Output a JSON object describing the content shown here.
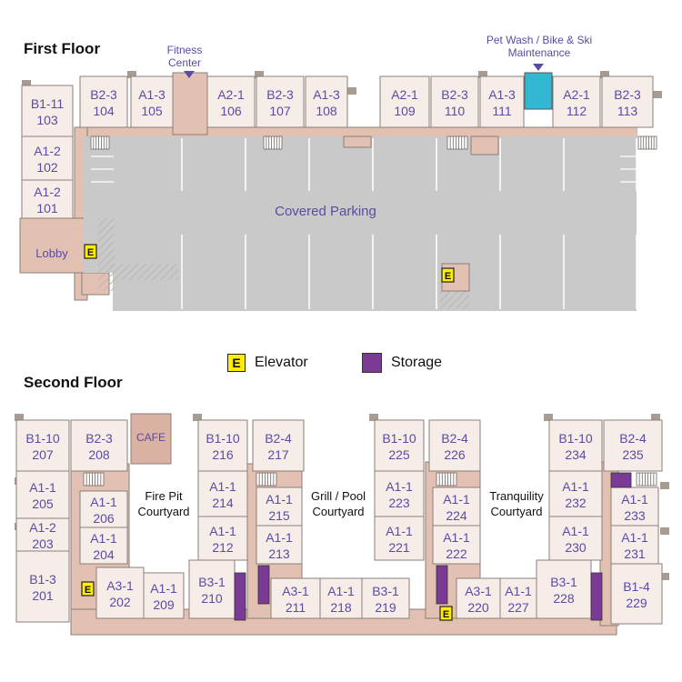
{
  "floors": {
    "first": {
      "title": "First Floor"
    },
    "second": {
      "title": "Second Floor"
    }
  },
  "legend": {
    "elevator_symbol": "E",
    "elevator": "Elevator",
    "storage": "Storage"
  },
  "amenities": {
    "fitness": "Fitness Center",
    "pet_wash": "Pet Wash / Bike & Ski Maintenance",
    "covered_parking": "Covered Parking",
    "lobby": "Lobby",
    "cafe": "CAFE",
    "courtyards": [
      "Fire Pit Courtyard",
      "Grill / Pool Courtyard",
      "Tranquility Courtyard"
    ]
  },
  "units_first_floor": [
    {
      "type": "B1-11",
      "number": "103"
    },
    {
      "type": "B2-3",
      "number": "104"
    },
    {
      "type": "A1-3",
      "number": "105"
    },
    {
      "type": "A2-1",
      "number": "106"
    },
    {
      "type": "B2-3",
      "number": "107"
    },
    {
      "type": "A1-3",
      "number": "108"
    },
    {
      "type": "A2-1",
      "number": "109"
    },
    {
      "type": "B2-3",
      "number": "110"
    },
    {
      "type": "A1-3",
      "number": "111"
    },
    {
      "type": "A2-1",
      "number": "112"
    },
    {
      "type": "B2-3",
      "number": "113"
    },
    {
      "type": "A1-2",
      "number": "102"
    },
    {
      "type": "A1-2",
      "number": "101"
    }
  ],
  "units_second_floor": [
    {
      "type": "B1-10",
      "number": "207"
    },
    {
      "type": "B2-3",
      "number": "208"
    },
    {
      "type": "A1-1",
      "number": "205"
    },
    {
      "type": "A1-1",
      "number": "206"
    },
    {
      "type": "A1-2",
      "number": "203"
    },
    {
      "type": "A1-1",
      "number": "204"
    },
    {
      "type": "B1-3",
      "number": "201"
    },
    {
      "type": "A3-1",
      "number": "202"
    },
    {
      "type": "A1-1",
      "number": "209"
    },
    {
      "type": "B1-10",
      "number": "216"
    },
    {
      "type": "B2-4",
      "number": "217"
    },
    {
      "type": "A1-1",
      "number": "214"
    },
    {
      "type": "A1-1",
      "number": "215"
    },
    {
      "type": "A1-1",
      "number": "212"
    },
    {
      "type": "A1-1",
      "number": "213"
    },
    {
      "type": "B3-1",
      "number": "210"
    },
    {
      "type": "A3-1",
      "number": "211"
    },
    {
      "type": "A1-1",
      "number": "218"
    },
    {
      "type": "B3-1",
      "number": "219"
    },
    {
      "type": "B1-10",
      "number": "225"
    },
    {
      "type": "B2-4",
      "number": "226"
    },
    {
      "type": "A1-1",
      "number": "223"
    },
    {
      "type": "A1-1",
      "number": "224"
    },
    {
      "type": "A1-1",
      "number": "221"
    },
    {
      "type": "A1-1",
      "number": "222"
    },
    {
      "type": "A3-1",
      "number": "220"
    },
    {
      "type": "A1-1",
      "number": "227"
    },
    {
      "type": "B3-1",
      "number": "228"
    },
    {
      "type": "B1-10",
      "number": "234"
    },
    {
      "type": "B2-4",
      "number": "235"
    },
    {
      "type": "A1-1",
      "number": "232"
    },
    {
      "type": "A1-1",
      "number": "233"
    },
    {
      "type": "A1-1",
      "number": "230"
    },
    {
      "type": "A1-1",
      "number": "231"
    },
    {
      "type": "B1-4",
      "number": "229"
    }
  ],
  "colors": {
    "unit_fill": "#f6ede9",
    "unit_stroke": "#8a7f7a",
    "corridor": "#e2c1b3",
    "corridor_stroke": "#8a7f7a",
    "parking": "#c9c9c9",
    "elevator": "#ffee00",
    "storage": "#7b3a96",
    "pet_wash": "#33b8d4",
    "label_text": "#5b4aa6",
    "balcony": "#a89c92"
  }
}
